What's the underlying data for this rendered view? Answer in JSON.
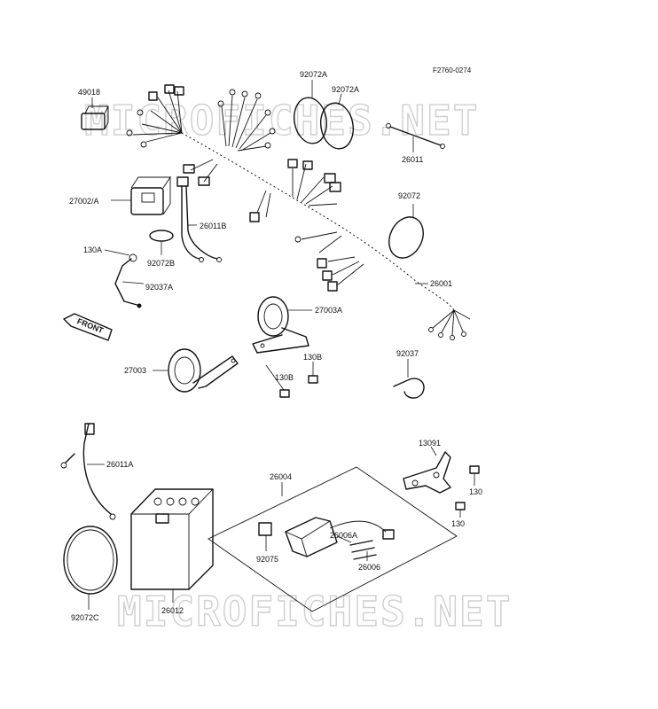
{
  "diagram_code": "F2760-0274",
  "watermarks": [
    "MICROFICHES.NET",
    "MICROFICHES.NET"
  ],
  "front_arrow_label": "FRONT",
  "parts": {
    "p49018": "49018",
    "p27002A": "27002/A",
    "p130A": "130A",
    "p92037A": "92037A",
    "p92072B": "92072B",
    "p26011B": "26011B",
    "p92072A_1": "92072A",
    "p92072A_2": "92072A",
    "p26011": "26011",
    "p92072": "92072",
    "p26001": "26001",
    "p27003A": "27003A",
    "p27003": "27003",
    "p130B_1": "130B",
    "p130B_2": "130B",
    "p92037": "92037",
    "p26011A": "26011A",
    "p26004": "26004",
    "p26012": "26012",
    "p92072C": "92072C",
    "p92075": "92075",
    "p26006A": "26006A",
    "p26006": "26006",
    "p13091": "13091",
    "p130_1": "130",
    "p130_2": "130"
  }
}
